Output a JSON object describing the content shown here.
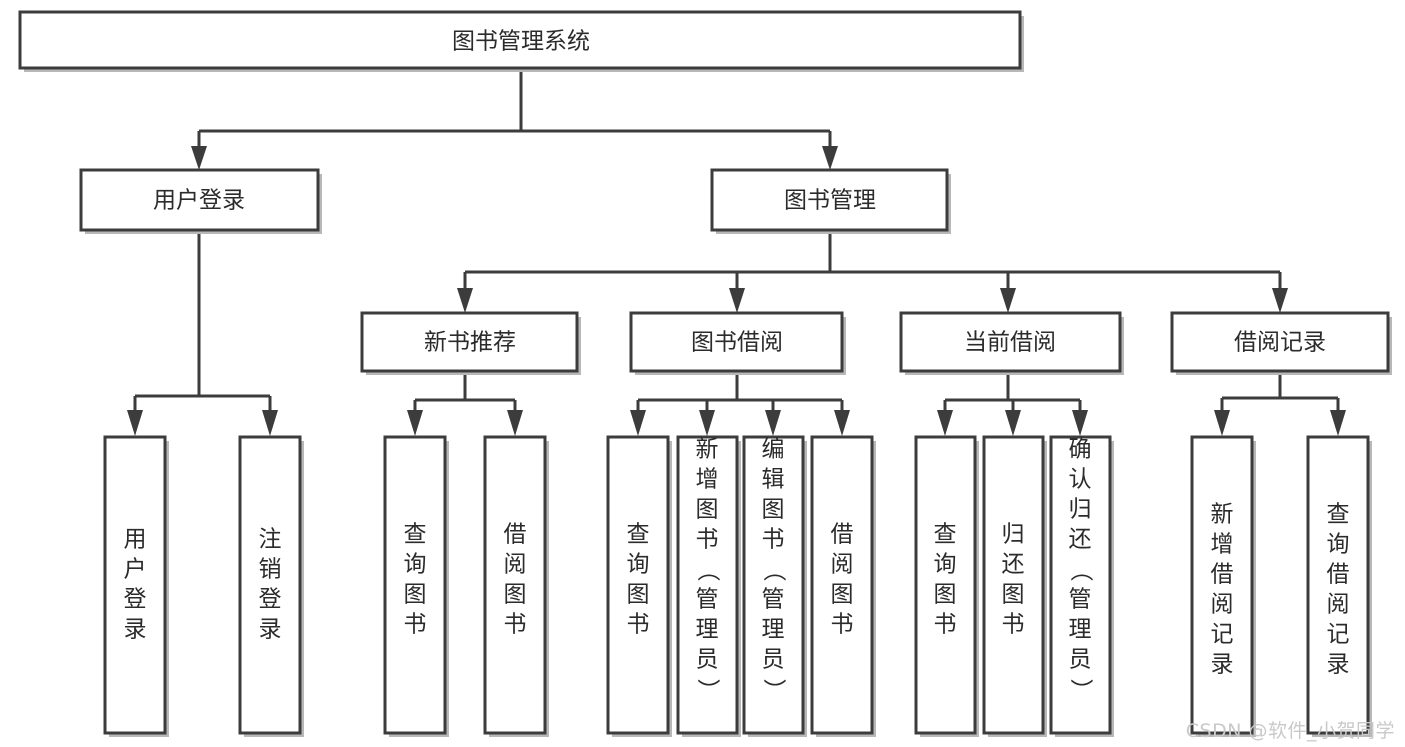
{
  "diagram": {
    "title": "图书管理系统",
    "type": "tree-hierarchy",
    "root": {
      "id": "root",
      "label": "图书管理系统"
    },
    "level1": [
      {
        "id": "user-login",
        "label": "用户登录"
      },
      {
        "id": "book-manage",
        "label": "图书管理"
      }
    ],
    "level2": [
      {
        "id": "new-book-recommend",
        "label": "新书推荐",
        "parent": "book-manage"
      },
      {
        "id": "book-borrow",
        "label": "图书借阅",
        "parent": "book-manage"
      },
      {
        "id": "current-borrow",
        "label": "当前借阅",
        "parent": "book-manage"
      },
      {
        "id": "borrow-record",
        "label": "借阅记录",
        "parent": "book-manage"
      }
    ],
    "leaves": {
      "user-login": [
        {
          "id": "leaf-user-login",
          "label": "用户登录"
        },
        {
          "id": "leaf-user-logout",
          "label": "注销登录"
        }
      ],
      "new-book-recommend": [
        {
          "id": "leaf-query-book-1",
          "label": "查询图书"
        },
        {
          "id": "leaf-borrow-book-1",
          "label": "借阅图书"
        }
      ],
      "book-borrow": [
        {
          "id": "leaf-query-book-2",
          "label": "查询图书"
        },
        {
          "id": "leaf-add-book",
          "label": "新增图书（管理员）"
        },
        {
          "id": "leaf-edit-book",
          "label": "编辑图书（管理员）"
        },
        {
          "id": "leaf-borrow-book-2",
          "label": "借阅图书"
        }
      ],
      "current-borrow": [
        {
          "id": "leaf-query-book-3",
          "label": "查询图书"
        },
        {
          "id": "leaf-return-book",
          "label": "归还图书"
        },
        {
          "id": "leaf-confirm-return",
          "label": "确认归还（管理员）"
        }
      ],
      "borrow-record": [
        {
          "id": "leaf-add-record",
          "label": "新增借阅记录"
        },
        {
          "id": "leaf-query-record",
          "label": "查询借阅记录"
        }
      ]
    }
  },
  "watermark": {
    "text": "CSDN @软件_小贺同学"
  },
  "colors": {
    "stroke": "#3c3c3c",
    "fill": "#ffffff",
    "text": "#2b2b2b",
    "watermark": "#c9c9c9"
  }
}
